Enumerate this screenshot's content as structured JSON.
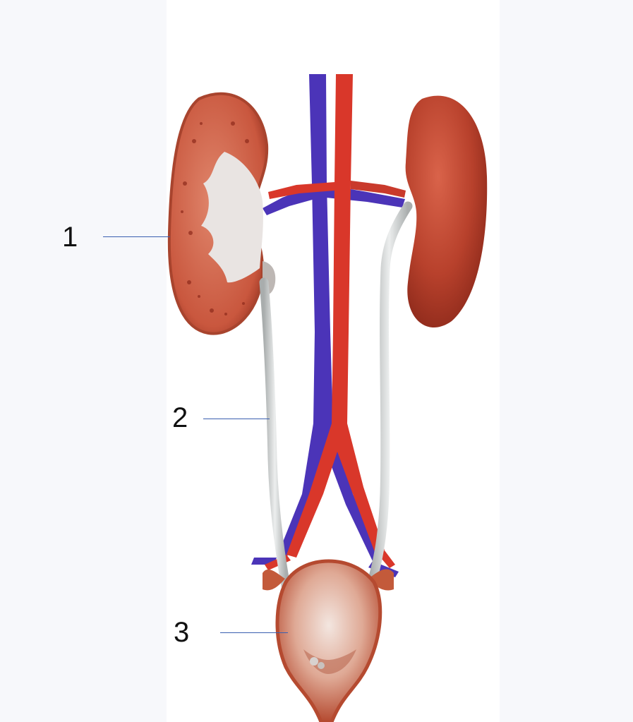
{
  "labels": [
    {
      "id": "label-1",
      "text": "1"
    },
    {
      "id": "label-2",
      "text": "2"
    },
    {
      "id": "label-3",
      "text": "3"
    }
  ],
  "colors": {
    "kidney_red": "#b8412c",
    "kidney_cut_surface": "#d06a52",
    "renal_pelvis": "#e9e4e2",
    "vein_blue": "#4b34b8",
    "artery_red": "#d9372a",
    "ureter_gray": "#d4d6d6",
    "bladder_red": "#c35a3a",
    "leader_line": "#3a5fb0"
  }
}
